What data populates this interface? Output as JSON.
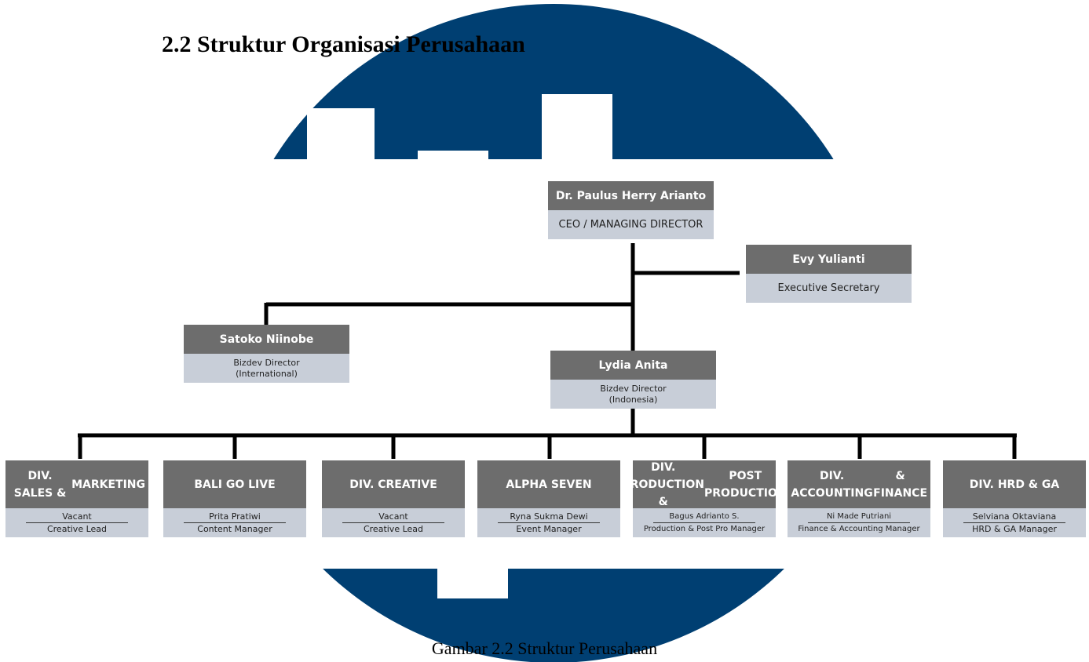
{
  "heading": "2.2 Struktur Organisasi Perusahaan",
  "caption": "Gambar 2.2 Struktur Perusahaan",
  "colors": {
    "background_shape": "#003f72",
    "header_box": "#6d6d6d",
    "role_box": "#c8ced8",
    "connector": "#000000"
  },
  "chart": {
    "ceo": {
      "name": "Dr. Paulus Herry Arianto",
      "role": "CEO / MANAGING DIRECTOR"
    },
    "secretary": {
      "name": "Evy Yulianti",
      "role": "Executive Secretary"
    },
    "bizdev_international": {
      "name": "Satoko Niinobe",
      "role_line1": "Bizdev Director",
      "role_line2": "(International)"
    },
    "bizdev_indonesia": {
      "name": "Lydia Anita",
      "role_line1": "Bizdev Director",
      "role_line2": "(Indonesia)"
    },
    "divisions": [
      {
        "name_line1": "DIV. SALES &",
        "name_line2": "MARKETING",
        "person": "Vacant",
        "role": "Creative Lead"
      },
      {
        "name_line1": "BALI GO LIVE",
        "name_line2": "",
        "person": "Prita Pratiwi",
        "role": "Content Manager"
      },
      {
        "name_line1": "DIV. CREATIVE",
        "name_line2": "",
        "person": "Vacant",
        "role": "Creative Lead"
      },
      {
        "name_line1": "ALPHA SEVEN",
        "name_line2": "",
        "person": "Ryna Sukma Dewi",
        "role": "Event Manager"
      },
      {
        "name_line1": "DIV. PRODUCTION &",
        "name_line2": "POST PRODUCTION",
        "person": "Bagus Adrianto S.",
        "role": "Production & Post Pro Manager"
      },
      {
        "name_line1": "DIV. ACCOUNTING",
        "name_line2": "& FINANCE",
        "person": "Ni Made Putriani",
        "role": "Finance & Accounting Manager"
      },
      {
        "name_line1": "DIV. HRD & GA",
        "name_line2": "",
        "person": "Selviana Oktaviana",
        "role": "HRD & GA Manager"
      }
    ]
  }
}
